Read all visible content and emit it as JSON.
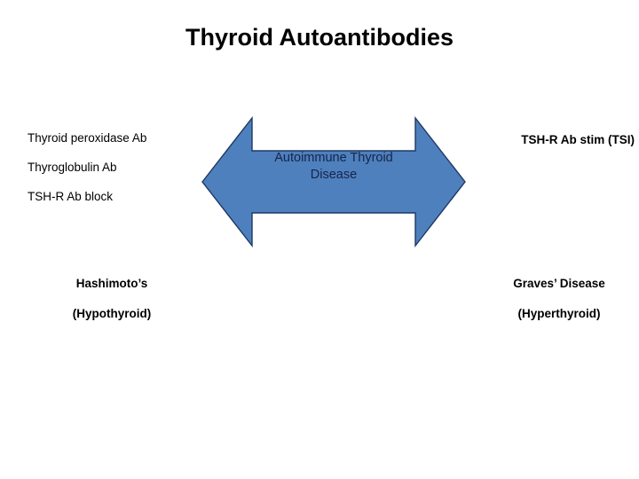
{
  "slide": {
    "title": "Thyroid Autoantibodies",
    "background_color": "#FFFFFF"
  },
  "colors": {
    "arrow_fill": "#4E80BD",
    "arrow_outline": "#1F3864",
    "arrow_text": "#17244A",
    "text": "#000000"
  },
  "left_antibodies": {
    "items": [
      {
        "label": "Thyroid peroxidase Ab"
      },
      {
        "label": "Thyroglobulin Ab"
      },
      {
        "label": "TSH-R Ab block"
      }
    ]
  },
  "right_antibodies": {
    "label": "TSH-R Ab stim (TSI)"
  },
  "center_arrow": {
    "icon": "double-headed-arrow-icon",
    "line1": "Autoimmune Thyroid",
    "line2": "Disease"
  },
  "diagnoses": {
    "left": {
      "name": "Hashimoto’s",
      "state": "(Hypothyroid)"
    },
    "right": {
      "name": "Graves’ Disease",
      "state": "(Hyperthyroid)"
    }
  }
}
